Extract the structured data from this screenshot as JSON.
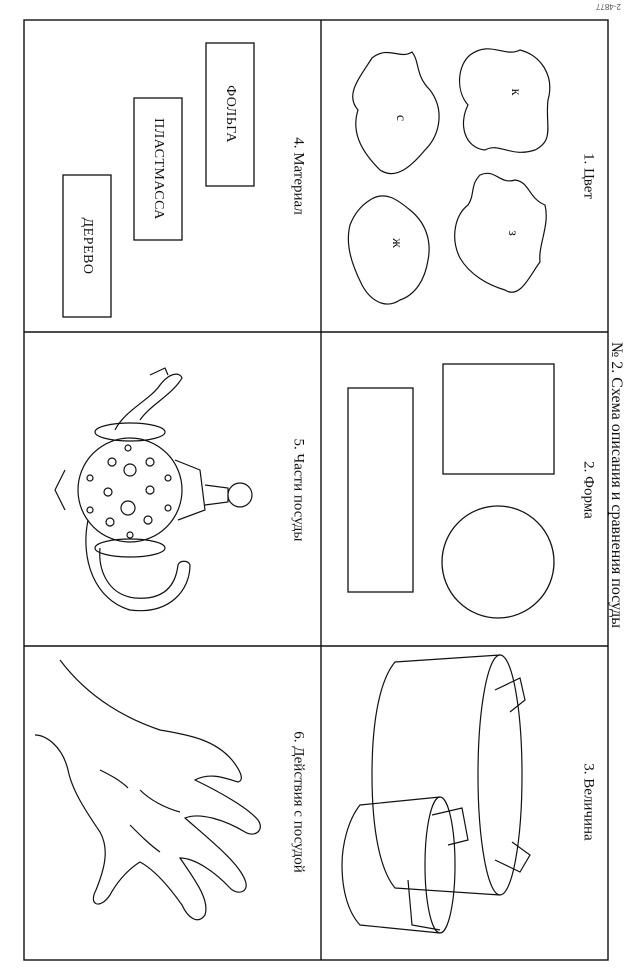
{
  "page": {
    "code": "2-4877",
    "title": "№ 2. Схема описания и сравнения посуды"
  },
  "panels": {
    "color": {
      "label": "1. Цвет",
      "letters": [
        "к",
        "с",
        "з",
        "ж"
      ]
    },
    "shape": {
      "label": "2. Форма"
    },
    "size": {
      "label": "3. Величина"
    },
    "material": {
      "label": "4. Материал",
      "items": [
        "ФОЛЬГА",
        "ПЛАСТМАССА",
        "ДЕРЕВО"
      ]
    },
    "parts": {
      "label": "5. Части посуды"
    },
    "actions": {
      "label": "6. Действия с посудой"
    }
  }
}
